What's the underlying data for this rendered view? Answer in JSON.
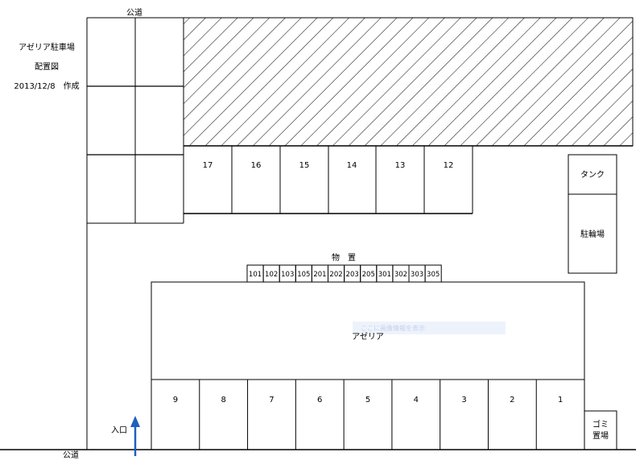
{
  "title": {
    "line1": "アゼリア駐車場",
    "line2": "配置図",
    "line3": "2013/12/8　作成"
  },
  "roads": {
    "top": "公道",
    "bottom": "公道"
  },
  "building": {
    "name": "アゼリア",
    "faint_text": "ここに画像情報を表示"
  },
  "storage": {
    "label": "物　置",
    "units": [
      "101",
      "102",
      "103",
      "105",
      "201",
      "202",
      "203",
      "205",
      "301",
      "302",
      "303",
      "305"
    ]
  },
  "parking_top": [
    "17",
    "16",
    "15",
    "14",
    "13",
    "12"
  ],
  "parking_bottom": [
    "9",
    "8",
    "7",
    "6",
    "5",
    "4",
    "3",
    "2",
    "1"
  ],
  "facilities": {
    "tank": "タンク",
    "bicycle": "駐輪場",
    "garbage_line1": "ゴミ",
    "garbage_line2": "置場"
  },
  "entrance": {
    "label": "入口",
    "arrow_color": "#1f5fbf"
  }
}
